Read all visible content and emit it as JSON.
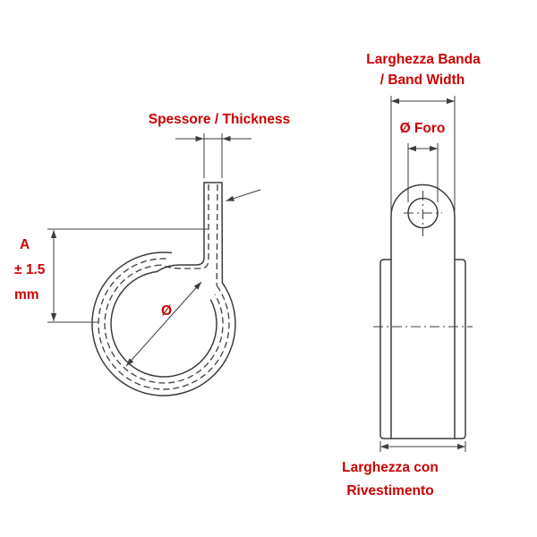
{
  "colors": {
    "background": "#ffffff",
    "line": "#3d3d3d",
    "label": "#cc0000"
  },
  "side_view": {
    "thickness_label": "Spessore / Thickness",
    "height_label_line1": "A",
    "height_label_line2": "± 1.5",
    "height_label_line3": "mm",
    "diameter_label": "Ø"
  },
  "front_view": {
    "band_width_label_line1": "Larghezza Banda",
    "band_width_label_line2": "/ Band Width",
    "hole_diameter_label": "Ø Foro",
    "coated_width_label_line1": "Larghezza con",
    "coated_width_label_line2": "Rivestimento"
  }
}
